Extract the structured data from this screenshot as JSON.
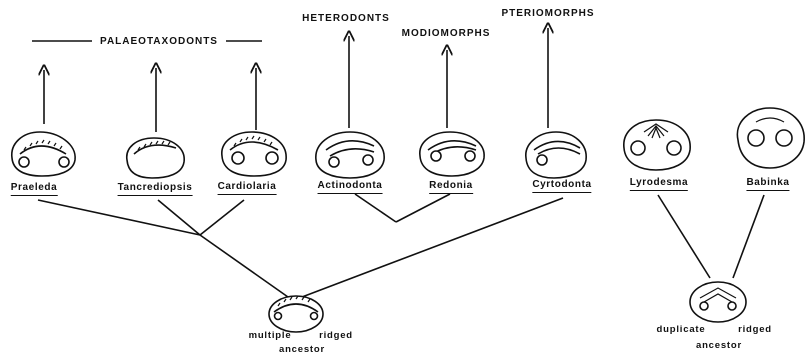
{
  "groups": {
    "palaeotaxodonts": "PALAEOTAXODONTS",
    "heterodonts": "HETERODONTS",
    "modiomorphs": "MODIOMORPHS",
    "pteriomorphs": "PTERIOMORPHS"
  },
  "taxa": {
    "praeleda": "Praeleda",
    "tancrediopsis": "Tancrediopsis",
    "cardiolaria": "Cardiolaria",
    "actinodonta": "Actinodonta",
    "redonia": "Redonia",
    "cyrtodonta": "Cyrtodonta",
    "lyrodesma": "Lyrodesma",
    "babinka": "Babinka"
  },
  "ancestors": {
    "multiple_ridged": {
      "word1": "multiple",
      "word2": "ridged",
      "word3": "ancestor"
    },
    "duplicate_ridged": {
      "word1": "duplicate",
      "word2": "ridged",
      "word3": "ancestor"
    }
  }
}
